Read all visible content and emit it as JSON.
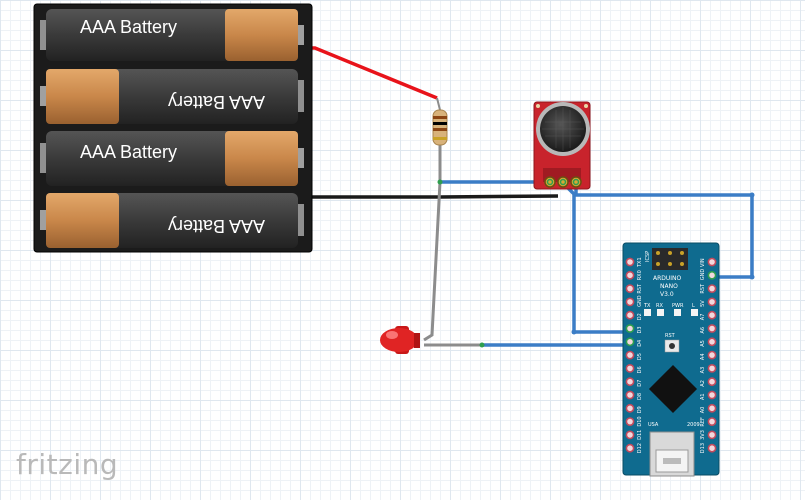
{
  "battery": {
    "cell_labels": [
      "AAA Battery",
      "AAA Battery",
      "AAA Battery",
      "AAA Battery"
    ]
  },
  "arduino": {
    "brand": "ARDUINO",
    "model": "NANO",
    "version": "V3.0",
    "top_pins": [
      "ICSP"
    ],
    "leds": [
      "TX",
      "RX",
      "PWR",
      "L"
    ],
    "reset_label": "RST",
    "usa_label": "USA",
    "year_label": "2009",
    "left_pins": [
      "TX1",
      "RX0",
      "RST",
      "GND",
      "D2",
      "D3",
      "D4",
      "D5",
      "D6",
      "D7",
      "D8",
      "D9",
      "D10",
      "D11",
      "D12"
    ],
    "right_pins": [
      "VIN",
      "GND",
      "RST",
      "5V",
      "A7",
      "A6",
      "A5",
      "A4",
      "A3",
      "A2",
      "A1",
      "A0",
      "REF",
      "3V3",
      "D13"
    ]
  },
  "colors": {
    "wire_red": "#e8131a",
    "wire_black": "#1a1a1a",
    "wire_blue": "#3b7dc6",
    "wire_gray": "#8c8c8c",
    "board_blue": "#0f6b8f",
    "sensor_red": "#c8232c"
  },
  "watermark": "fritzing"
}
